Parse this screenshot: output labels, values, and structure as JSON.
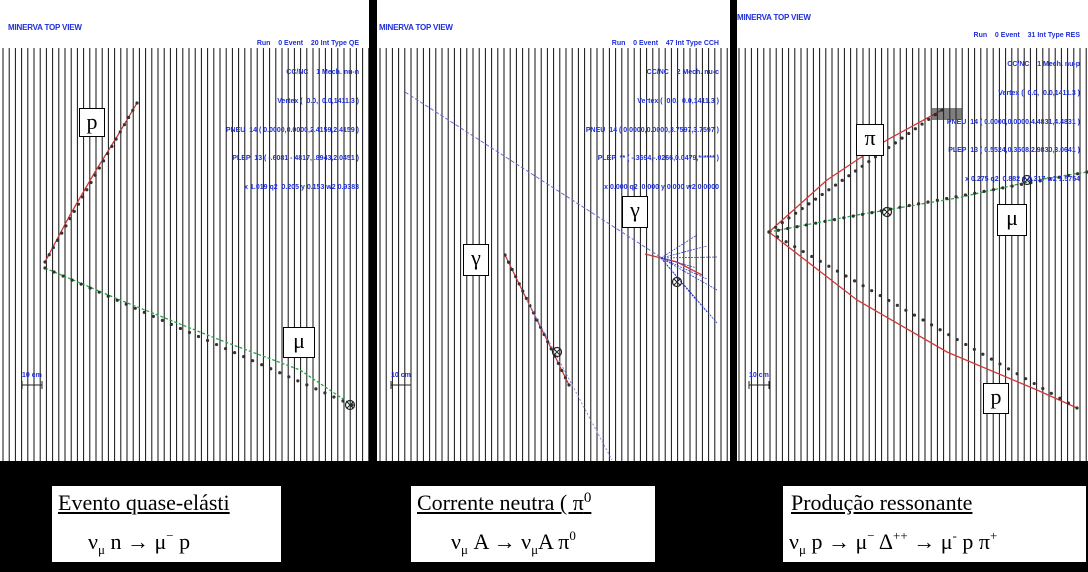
{
  "panels": [
    {
      "header": "MINERVA TOP VIEW",
      "info_lines": [
        "Run    0 Event    20 Int Type QE",
        "CC/NC    1 Mech. nu-n",
        "Vertex (  0.0,  0.0,1411.3 )",
        "PNEU  14 ( 0.0000,0.0000,2.4159,2.4159 )",
        "PLEP  13 ( -.6081 - 4817, .8943,2.0451 )",
        "x 1.019 q2  0.205 y 0.153 w2 0.9383"
      ],
      "scale": "10 cm",
      "labels": [
        "p",
        "μ"
      ],
      "caption_title": "Evento quase-elásti",
      "formula": {
        "nu": "ν",
        "nu_sub": "μ",
        "rest": " n → μ",
        "sup": "−",
        "tail": " p"
      }
    },
    {
      "header": "MINERVA TOP VIEW",
      "info_lines": [
        "Run    0 Event    47 Int Type CCH",
        "CC/NC    2 Mech. nu-c",
        "Vertex (  0.0,  0.0,1411.3 )",
        "PNEU  14 ( 0.0000,0.0000,3.7597,3.7597 )",
        "PLEP  ** ( -.3694,-.0266,0.0479,****** )",
        "x 0.000 q2  0.000 y 0.000 w2 0.0000"
      ],
      "scale": "10 cm",
      "labels": [
        "γ",
        "γ"
      ],
      "caption_title": "Corrente neutra ( π",
      "caption_sup": "0",
      "formula": {
        "nu": "ν",
        "nu_sub": "μ",
        "rest": " A → ν",
        "sub2": "μ",
        "tail": "A π",
        "sup": "0"
      }
    },
    {
      "header": "MINERVA TOP VIEW",
      "info_lines": [
        "Run    0 Event    31 Int Type RES",
        "CC/NC    1 Mech. nu-p",
        "Vertex (  0.0,  0.0,1411.3 )",
        "PNEU  14 ( 0.0000,0.0000,4.4831,4.4831 )",
        "PLEP  13 ( 0.5524,0.3508,2.9830,3.0641 )",
        "x 0.275 q2  0.882 y 0.317 w2 1.5754"
      ],
      "scale": "10 cm",
      "labels": [
        "π",
        "μ",
        "p"
      ],
      "caption_title": "Produção ressonante",
      "formula": {
        "nu": "ν",
        "nu_sub": "μ",
        "rest": " p → μ",
        "sup": "−",
        "mid": " Δ",
        "sup2": "++",
        "tail": " → μ",
        "sup3": "-",
        "end": " p π",
        "sup4": "+"
      }
    }
  ],
  "colors": {
    "grid": "#111111",
    "header": "#1f2fd8",
    "track_red": "#d03838",
    "track_green": "#2aa04a",
    "track_dots": "#333333",
    "track_blue": "#3040c8"
  }
}
